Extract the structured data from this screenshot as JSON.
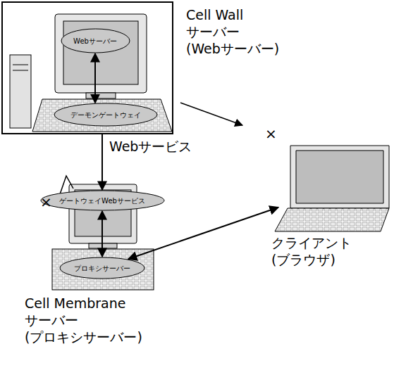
{
  "diagram": {
    "nodes": [
      {
        "text": [
          "Cell Wall サーバー (Webサーバー)"
        ]
      },
      {
        "text": [
          "Webサーバー"
        ],
        "in": 0
      },
      {
        "text": [
          "デーモンゲートウェイ"
        ],
        "in": 0
      },
      {
        "text": [
          "ゲートウェイWebサービス"
        ]
      },
      {
        "text": [
          "プロキシサーバー"
        ]
      },
      {
        "text": [
          "クライアント (ブラウザ)"
        ]
      }
    ],
    "edges": [
      {
        "from": 1,
        "to": 2,
        "arrow": "both"
      },
      {
        "from": 0,
        "to": 3,
        "arrow": "to",
        "label": "Webサービス"
      },
      {
        "from": 3,
        "to": 4,
        "arrow": "both"
      },
      {
        "from": 4,
        "to": 5,
        "arrow": "both"
      }
    ],
    "labels": [
      "Cell Membrane サーバー (プロキシサーバー)",
      "×",
      "×"
    ]
  }
}
